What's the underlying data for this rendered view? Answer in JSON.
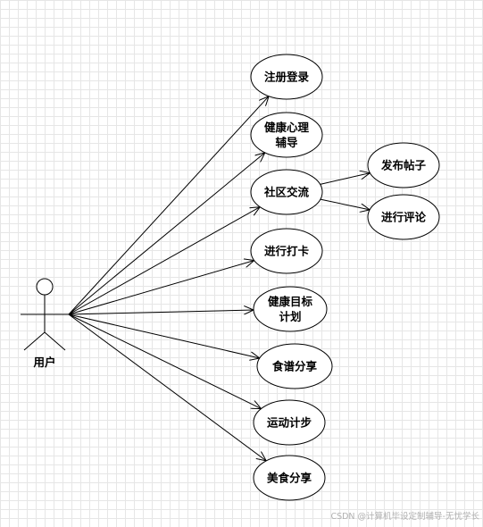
{
  "actor": {
    "label": "用户"
  },
  "use_cases": [
    {
      "id": "register-login",
      "lines": [
        "注册登录"
      ]
    },
    {
      "id": "mental-health",
      "lines": [
        "健康心理",
        "辅导"
      ]
    },
    {
      "id": "community",
      "lines": [
        "社区交流"
      ]
    },
    {
      "id": "check-in",
      "lines": [
        "进行打卡"
      ]
    },
    {
      "id": "health-goal",
      "lines": [
        "健康目标",
        "计划"
      ]
    },
    {
      "id": "recipe-share",
      "lines": [
        "食谱分享"
      ]
    },
    {
      "id": "step-count",
      "lines": [
        "运动计步"
      ]
    },
    {
      "id": "food-share",
      "lines": [
        "美食分享"
      ]
    },
    {
      "id": "post",
      "lines": [
        "发布帖子"
      ]
    },
    {
      "id": "comment",
      "lines": [
        "进行评论"
      ]
    }
  ],
  "watermark": "CSDN @计算机毕设定制辅导-无忧学长"
}
